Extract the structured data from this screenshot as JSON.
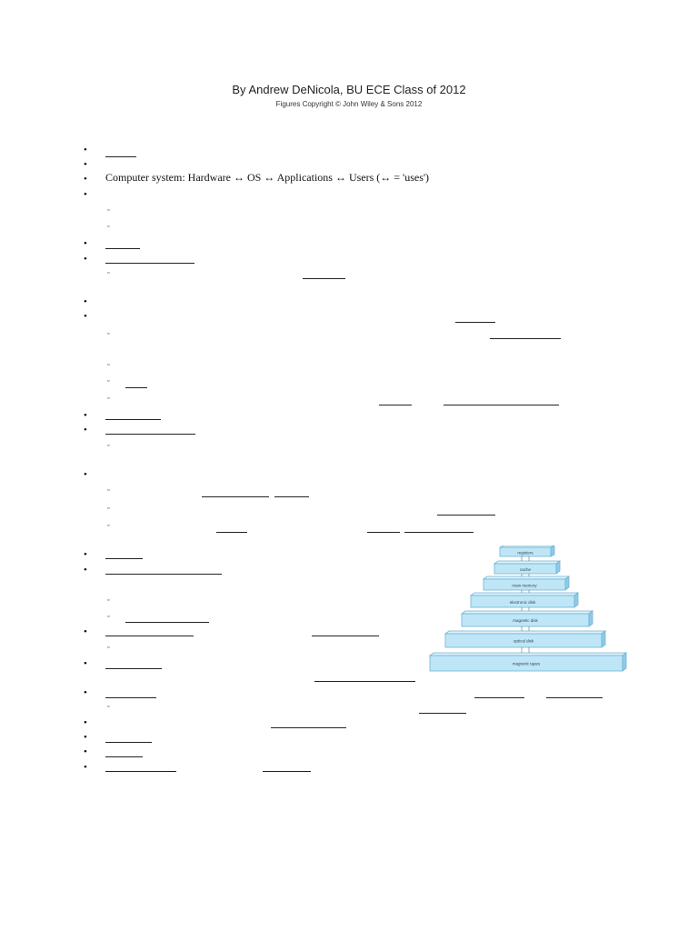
{
  "header": {
    "title": "By Andrew DeNicola, BU ECE Class of 2012",
    "subtitle": "Figures Copyright © John Wiley & Sons 2012"
  },
  "body": {
    "line1": "Computer system: Hardware ↔ OS ↔ Applications ↔ Users (↔ = 'uses')"
  },
  "figure": {
    "levels": [
      "registers",
      "cache",
      "main memory",
      "electronic disk",
      "magnetic disk",
      "optical disk",
      "magnetic tapes"
    ]
  },
  "colors": {
    "figure_fill": "#bfe6f6",
    "figure_top": "#dff3fb",
    "figure_side": "#8fcbe6",
    "figure_stroke": "#6fb3d4"
  }
}
